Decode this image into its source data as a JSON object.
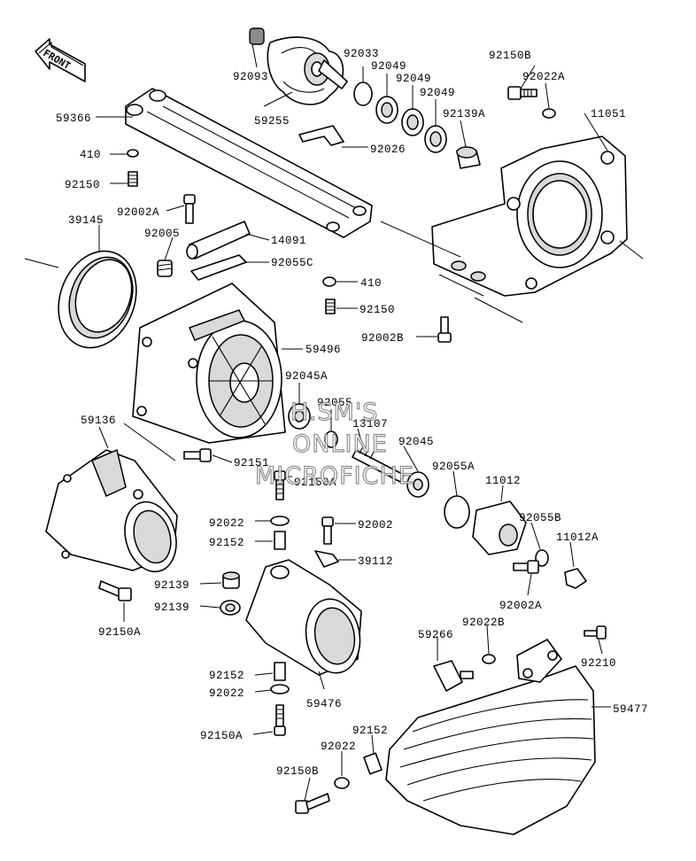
{
  "front_marker": "FRONT",
  "watermark": [
    "H.SM'S",
    "ONLINE",
    "MICROFICHE"
  ],
  "labels": {
    "p92093": "92093",
    "p59255": "59255",
    "p92033": "92033",
    "p92049a": "92049",
    "p92049b": "92049",
    "p92049c": "92049",
    "p92139A_top": "92139A",
    "p92026": "92026",
    "p92150B_top": "92150B",
    "p92022A_top": "92022A",
    "p11051": "11051",
    "p59366": "59366",
    "p410_top": "410",
    "p92150_top": "92150",
    "p92002A_mid": "92002A",
    "p39145": "39145",
    "p92005": "92005",
    "p14091": "14091",
    "p92055C": "92055C",
    "p410_mid": "410",
    "p92150_mid": "92150",
    "p92002B": "92002B",
    "p59496": "59496",
    "p92045A": "92045A",
    "p92055": "92055",
    "p13107": "13107",
    "p92045": "92045",
    "p59136": "59136",
    "p92151": "92151",
    "p92150A_mid": "92150A",
    "p92055A": "92055A",
    "p11012": "11012",
    "p92055B": "92055B",
    "p11012A": "11012A",
    "p92022_a": "92022",
    "p92002": "92002",
    "p92152_a": "92152",
    "p39112": "39112",
    "p92139_a": "92139",
    "p92139_b": "92139",
    "p92150A_left": "92150A",
    "p92002A_low": "92002A",
    "p59266": "59266",
    "p92022B": "92022B",
    "p92210": "92210",
    "p92152_b": "92152",
    "p92022_b": "92022",
    "p59476": "59476",
    "p59477": "59477",
    "p92150A_low": "92150A",
    "p92152_c": "92152",
    "p92022_c": "92022",
    "p92150B_low": "92150B"
  }
}
